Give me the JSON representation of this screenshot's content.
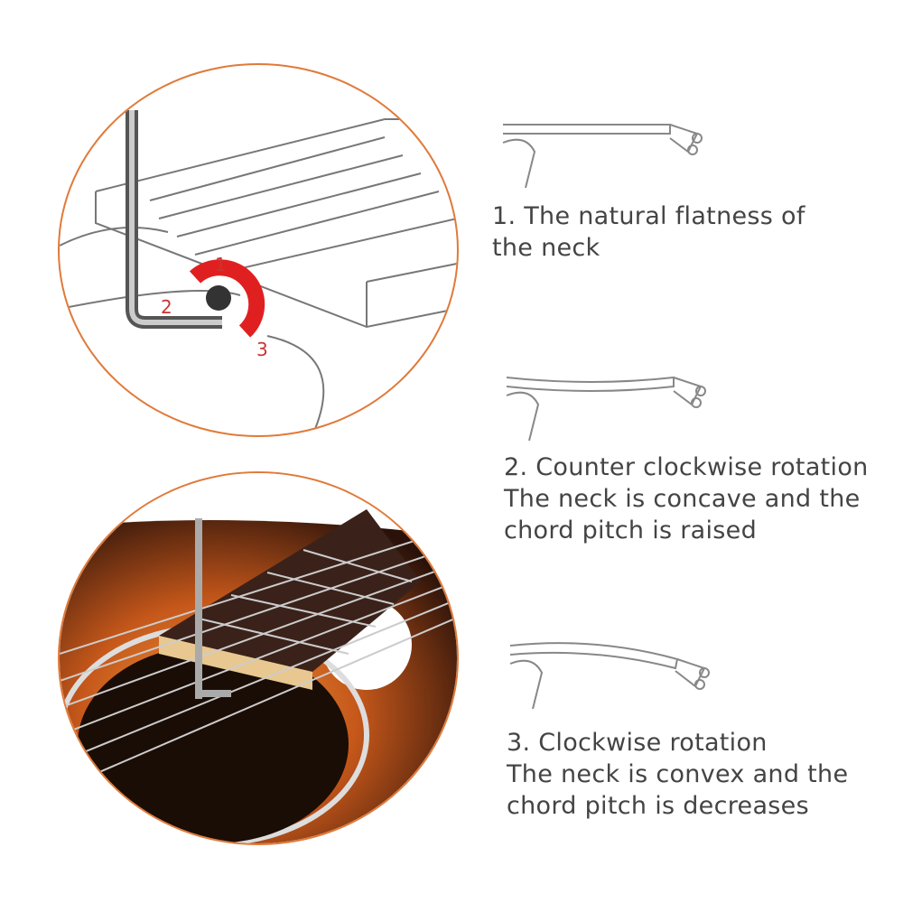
{
  "dial_labels": [
    "1",
    "2",
    "3"
  ],
  "steps": [
    {
      "lines": [
        "1. The natural flatness of",
        "the neck"
      ]
    },
    {
      "lines": [
        "2. Counter clockwise rotation",
        "The neck is concave and the",
        "chord pitch is raised"
      ]
    },
    {
      "lines": [
        "3. Clockwise rotation",
        "The neck is convex and the",
        "chord pitch is decreases"
      ]
    }
  ],
  "colors": {
    "circle_border": "#e07a3a",
    "dial_red": "#e02020",
    "text": "#444444"
  }
}
